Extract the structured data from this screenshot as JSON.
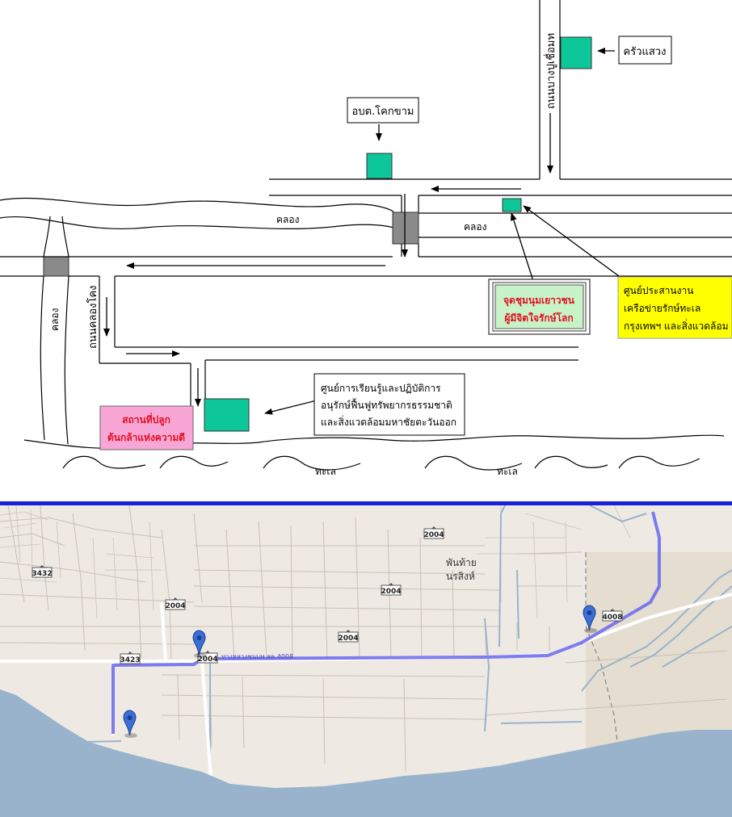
{
  "colors": {
    "divider": "#1a21d8",
    "green_box": "#0dc79a",
    "red_text": "#e0101f",
    "yellow_box": "#ffff00",
    "pink_box": "#f8a6d6",
    "sea": "#99b3cc",
    "land": "#eeeae3",
    "route": "#6f6ff0",
    "pin": "#3b6fd8"
  },
  "sketch": {
    "labels": {
      "road_bangpu": "ถนนบางปูเชื่อมท",
      "kitchen": "ครัวแสวง",
      "obt": "อบต.โคกขาม",
      "canal_1": "คลอง",
      "canal_2": "คลอง",
      "canal_3": "คลอง",
      "road_khlong_khot": "ถนนคลองโคง",
      "sea_1": "ทะเล",
      "sea_2": "ทะเล"
    },
    "highlight_box": {
      "line1": "จุดชุมนุมเยาวชน",
      "line2": "ผู้มีจิตใจรักษ์โลก"
    },
    "yellow_box": {
      "line1": "ศูนย์ประสานงาน",
      "line2": "เครือข่ายรักษ์ทะเล",
      "line3": "กรุงเทพฯ และสิ่งแวดล้อม"
    },
    "center_box": {
      "line1": "ศูนย์การเรียนรู้และปฏิบัติการ",
      "line2": "อนุรักษ์ฟื้นฟูทรัพยากรธรรมชาติ",
      "line3": "และสิ่งแวดล้อมมหาชัยตะวันออก"
    },
    "pink_box": {
      "line1": "สถานที่ปลูก",
      "line2": "ต้นกล้าแห่งความดี"
    }
  },
  "map": {
    "road_shields": [
      "3432",
      "2004",
      "2004",
      "2004",
      "2004",
      "3423",
      "2004",
      "4008"
    ],
    "place_label_1": "พันท้าย",
    "place_label_2": "นรสิงห์",
    "road_name": "ทางหลวงชนบท สค.4008",
    "markers": [
      {
        "id": "marker-east"
      },
      {
        "id": "marker-junction"
      },
      {
        "id": "marker-destination"
      }
    ]
  }
}
